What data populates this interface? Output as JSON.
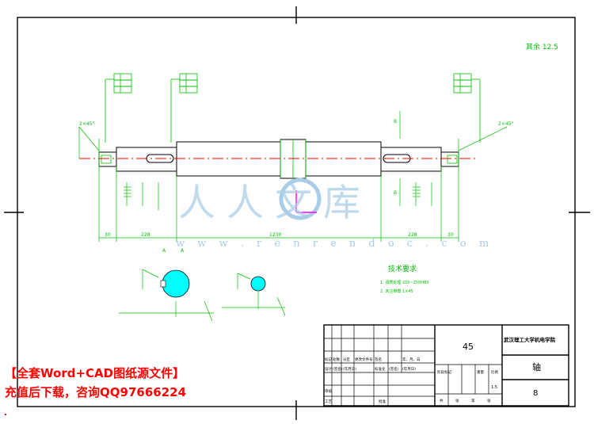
{
  "drawing": {
    "scale_note": "其余 12.5",
    "tech_requirements_title": "技术要求",
    "tech_requirements_lines": [
      "1. 调质处理 220~250HBS",
      "2. 未注倒角 1×45"
    ],
    "dimensions": {
      "left_chamfer": "2×45°",
      "right_chamfer": "2×45°",
      "left_end": "30",
      "left_journal": "228",
      "middle_length": "1230",
      "right_journal": "228",
      "right_end": "30"
    },
    "keyway_labels": [
      "A",
      "A",
      "B",
      "B"
    ]
  },
  "title_block": {
    "material": "45",
    "school": "武汉理工大学机电学院",
    "part_name": "轴",
    "drawing_no": "8",
    "scale": "1:5",
    "change_row": [
      "标记",
      "处数",
      "分区",
      "更改文件号",
      "签名",
      "年、月、日"
    ],
    "design_row": [
      "设计",
      "(签名)",
      "(年月日)",
      "标准化",
      "(签名)",
      "(年月日)"
    ],
    "stage_row": [
      "阶段标记",
      "重量",
      "比例"
    ],
    "review_label": "审核",
    "process_label": "工艺",
    "approve_label": "批准",
    "sheet_row": [
      "共",
      "张",
      "第",
      "张"
    ]
  },
  "watermark": {
    "text": "人人文库",
    "url": "w w w . r e n r e n d o c . c o m"
  },
  "promo": {
    "line1": "【全套Word+CAD图纸源文件】",
    "line2": "充值后下载，咨询QQ97666224"
  },
  "colors": {
    "line": "#000000",
    "green": "#00c000",
    "cyan": "#00ffff",
    "red": "#ff0000",
    "magenta": "#ff00ff",
    "watermark": "#a9cde6"
  }
}
